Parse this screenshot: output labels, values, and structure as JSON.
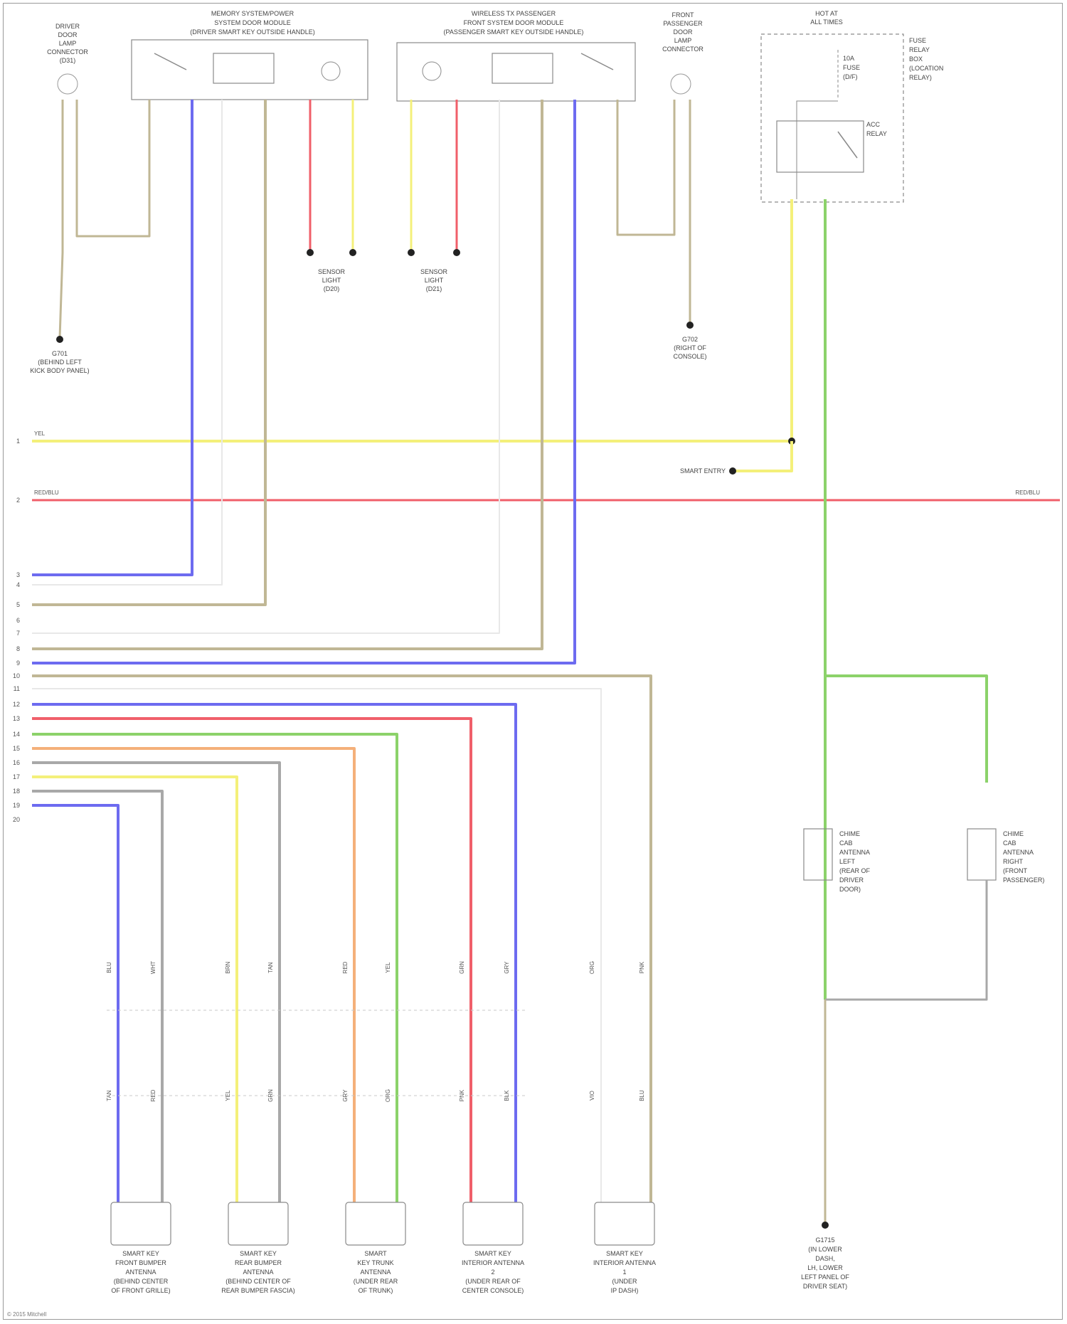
{
  "copyright": "© 2015 Mitchell",
  "colors": {
    "blue": "#6d6bf0",
    "red": "#f05f6a",
    "yellow": "#f4f07a",
    "green": "#8cd26a",
    "tan": "#c0b795",
    "gray": "#a8a8a8",
    "white": "#e8e8e8",
    "orange": "#f4b07a",
    "frame": "#9a9a9a"
  },
  "labels": {
    "driver_module": [
      "MEMORY SYSTEM/POWER",
      "SYSTEM DOOR MODULE",
      "(DRIVER SMART KEY OUTSIDE HANDLE)"
    ],
    "pass_module": [
      "WIRELESS TX PASSENGER",
      "FRONT SYSTEM DOOR MODULE",
      "(PASSENGER SMART KEY OUTSIDE HANDLE)"
    ],
    "driver_lamp": [
      "DRIVER",
      "DOOR",
      "LAMP",
      "CONNECTOR",
      "(D31)"
    ],
    "pass_lamp": [
      "FRONT",
      "PASSENGER",
      "DOOR",
      "LAMP",
      "CONNECTOR"
    ],
    "ground_left": [
      "G701",
      "(BEHIND LEFT",
      "KICK BODY PANEL)"
    ],
    "ground_right": [
      "G702",
      "(RIGHT OF",
      "CONSOLE)"
    ],
    "sensor_left": [
      "SENSOR",
      "LIGHT",
      "(D20)"
    ],
    "sensor_right": [
      "SENSOR",
      "LIGHT",
      "(D21)"
    ],
    "fuse_box": [
      "HOT AT",
      "ALL TIMES"
    ],
    "relay_area": [
      "FUSE",
      "RELAY",
      "BOX",
      "(LOCATION",
      "RELAY)"
    ],
    "fuse": [
      "10A",
      "FUSE",
      "(D/F)"
    ],
    "relay": [
      "ACC",
      "RELAY"
    ],
    "yel_source": "YEL",
    "rear_vent_source": "SMART ENTRY",
    "bus_left": "RED/BLU",
    "bus_right": "RED/BLU",
    "row_numbers": [
      "1",
      "2",
      "3",
      "4",
      "5",
      "6",
      "7",
      "8",
      "9",
      "10",
      "11",
      "12",
      "13",
      "14",
      "15",
      "16",
      "17",
      "18",
      "19",
      "20"
    ],
    "antenna_left": [
      "CHIME",
      "CAB",
      "ANTENNA",
      "LEFT",
      "(REAR OF",
      "DRIVER",
      "DOOR)"
    ],
    "antenna_right": [
      "CHIME",
      "CAB",
      "ANTENNA",
      "RIGHT",
      "(FRONT",
      "PASSENGER)"
    ],
    "bottom_ground": [
      "G1715",
      "(IN LOWER",
      "DASH,",
      "LH, LOWER",
      "LEFT PANEL OF",
      "DRIVER SEAT)"
    ],
    "modules": [
      [
        "SMART KEY",
        "FRONT BUMPER",
        "ANTENNA",
        "(BEHIND CENTER",
        "OF FRONT GRILLE)"
      ],
      [
        "SMART KEY",
        "REAR BUMPER",
        "ANTENNA",
        "(BEHIND CENTER OF",
        "REAR BUMPER FASCIA)"
      ],
      [
        "SMART",
        "KEY TRUNK",
        "ANTENNA",
        "(UNDER REAR",
        "OF TRUNK)"
      ],
      [
        "SMART KEY",
        "INTERIOR ANTENNA",
        "2",
        "(UNDER REAR OF",
        "CENTER CONSOLE)"
      ],
      [
        "SMART KEY",
        "INTERIOR ANTENNA",
        "1",
        "(UNDER",
        "IP DASH)"
      ]
    ],
    "wire_codes": [
      "BLU",
      "WHT",
      "BRN",
      "TAN",
      "RED",
      "YEL",
      "GRN",
      "GRY",
      "ORG",
      "PNK",
      "BLK",
      "VIO"
    ]
  }
}
